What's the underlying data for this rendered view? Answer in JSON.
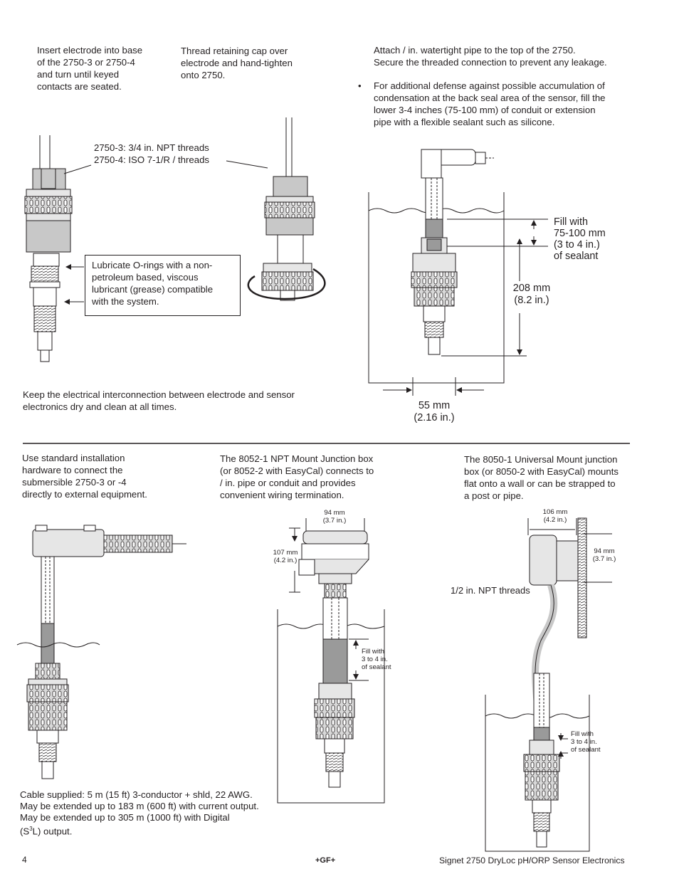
{
  "top": {
    "step_insert": "Insert electrode into base\nof the 2750-3 or 2750-4\nand turn until keyed\ncontacts are seated.",
    "step_thread": "Thread retaining cap over\nelectrode and hand-tighten\nonto 2750.",
    "step_attach": "Attach  /  in. watertight pipe to the top of the 2750.\nSecure the threaded connection to prevent any leakage.",
    "bullet_mark": "•",
    "bullet_text": "For additional defense against possible accumulation of\ncondensation at the back seal area of the sensor, fill the\nlower 3-4 inches (75-100 mm) of conduit or extension\npipe with a flexible sealant such as silicone.",
    "threads_label": "2750-3: 3/4 in. NPT threads\n2750-4: ISO 7-1/R /  threads",
    "lubricate_note": "Lubricate O-rings with a non-\npetroleum based, viscous\nlubricant (grease) compatible\nwith the system.",
    "fill_label": "Fill with\n75-100 mm\n(3 to 4 in.)\nof sealant",
    "depth_label": "208 mm\n(8.2 in.)",
    "width_label": "55 mm\n(2.16 in.)",
    "keep_dry": "Keep the electrical interconnection between electrode and sensor\nelectronics dry and clean at all times."
  },
  "bottom": {
    "standard_hw": "Use standard installation\nhardware to connect the\nsubmersible 2750-3 or -4\ndirectly to external equipment.",
    "npt_box": "The 8052-1 NPT Mount Junction box\n(or 8052-2 with EasyCal) connects to\n /  in. pipe or conduit  and provides\nconvenient wiring termination.",
    "universal_box": "The 8050-1 Universal Mount junction\nbox (or 8050-2 with EasyCal) mounts\nflat onto a wall or can be strapped to\na post or pipe.",
    "dim_94a": "94 mm\n(3.7 in.)",
    "dim_107": "107 mm\n(4.2 in.)",
    "fill_small_1": "Fill with\n3 to 4 in.\nof sealant",
    "dim_106": "106 mm\n(4.2 in.)",
    "dim_94b": "94 mm\n(3.7 in.)",
    "npt_threads": "1/2 in. NPT threads",
    "fill_small_2": "Fill with\n3 to 4 in.\nof sealant",
    "cable_line1": "Cable supplied: 5 m (15 ft) 3-conductor + shld, 22  AWG.",
    "cable_line2": "May be extended up to 183 m (600 ft) with current output.",
    "cable_line3": "May be extended up to 305 m (1000 ft) with Digital",
    "cable_line4a": "(S",
    "cable_sup": "3",
    "cable_line4b": "L) output."
  },
  "footer": {
    "page_number": "4",
    "logo": "+GF+",
    "title": "Signet 2750 DryLoc pH/ORP Sensor Electronics"
  }
}
